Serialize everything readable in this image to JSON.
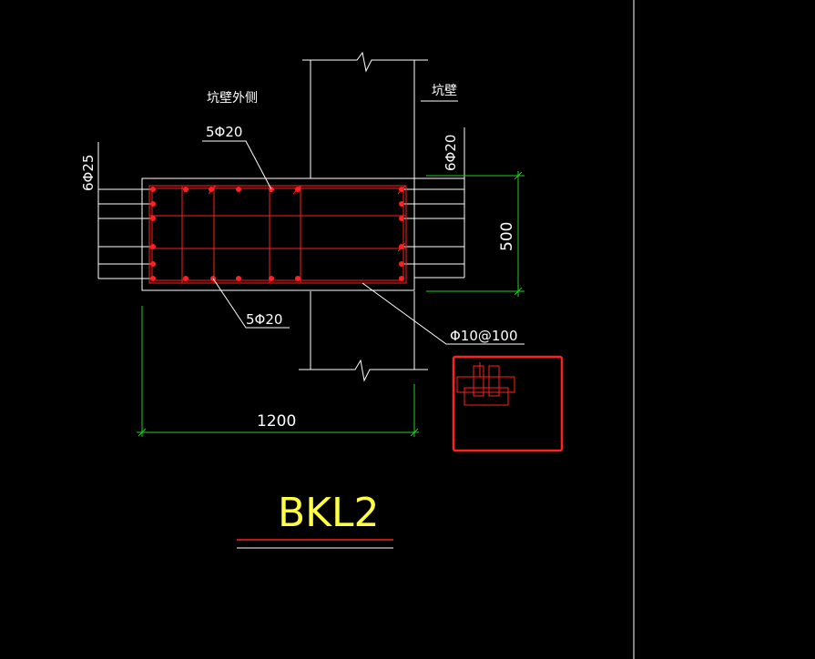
{
  "drawing": {
    "title": "BKL2",
    "labels": {
      "wall_outer_side": "坑壁外侧",
      "wall": "坑壁",
      "top_bars": "5Φ20",
      "bottom_bars": "5Φ20",
      "left_side_bars": "6Φ25",
      "right_side_bars": "6Φ20",
      "stirrups": "Φ10@100"
    },
    "dimensions": {
      "width": "1200",
      "height": "500"
    }
  },
  "colors": {
    "background": "#000000",
    "line": "#ffffff",
    "rebar": "#ff2020",
    "dimension": "#22cc22",
    "title": "#ffff44",
    "highlight": "#ff2020"
  }
}
